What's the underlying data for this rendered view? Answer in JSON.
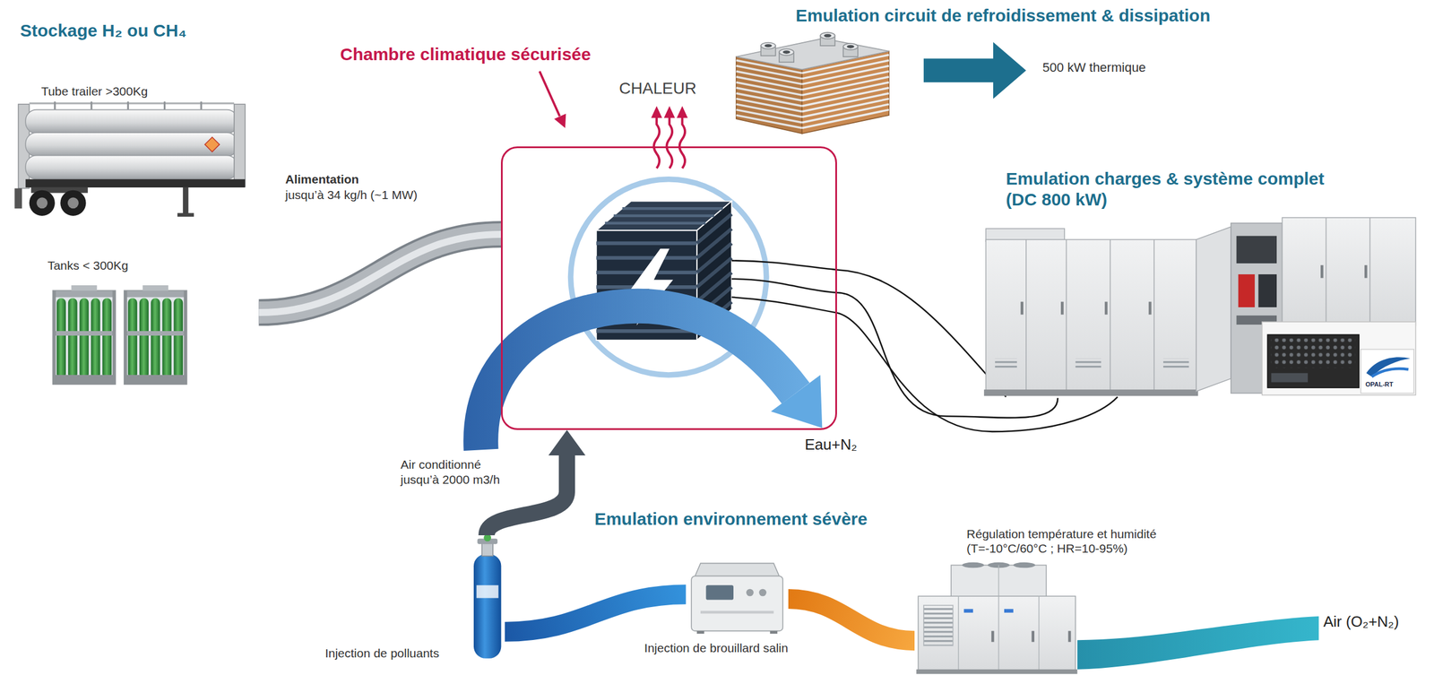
{
  "diagram": {
    "nodes": [
      {
        "text": [
          "Stockage H₂ ou CH₄"
        ]
      },
      {
        "text": [
          "Tube trailer >300Kg"
        ],
        "in": 0
      },
      {
        "text": [
          "Tanks < 300Kg"
        ],
        "in": 0
      },
      {
        "text": [
          "Chambre climatique sécurisée",
          "CHALEUR"
        ]
      },
      {
        "text": [
          "Emulation circuit de refroidissement & dissipation"
        ]
      },
      {
        "text": [
          "Emulation charges & système complet (DC 800 kW)"
        ]
      },
      {
        "text": [
          "Injection de polluants"
        ]
      },
      {
        "text": [
          "Injection de brouillard salin"
        ]
      },
      {
        "text": [
          "Régulation température et humidité (T=-10°C/60°C ; HR=10-95%)"
        ]
      }
    ],
    "edges": [
      {
        "from": 0,
        "to": 3,
        "arrow": "none"
      },
      {
        "from": 3,
        "to": 5,
        "arrow": "none"
      },
      {
        "from": 6,
        "to": 3,
        "arrow": "to",
        "label": "Air conditionné jusqu’à 2000 m3/h"
      },
      {
        "from": 8,
        "to": 7,
        "arrow": "none"
      },
      {
        "from": 7,
        "to": 6,
        "arrow": "none"
      }
    ],
    "labels": [
      "Alimentation",
      "jusqu’à 34 kg/h (~1 MW)",
      "500 kW thermique",
      "OPAL-RT",
      "Eau+N₂",
      "Emulation environnement sévère",
      "Air (O₂+N₂)"
    ]
  }
}
